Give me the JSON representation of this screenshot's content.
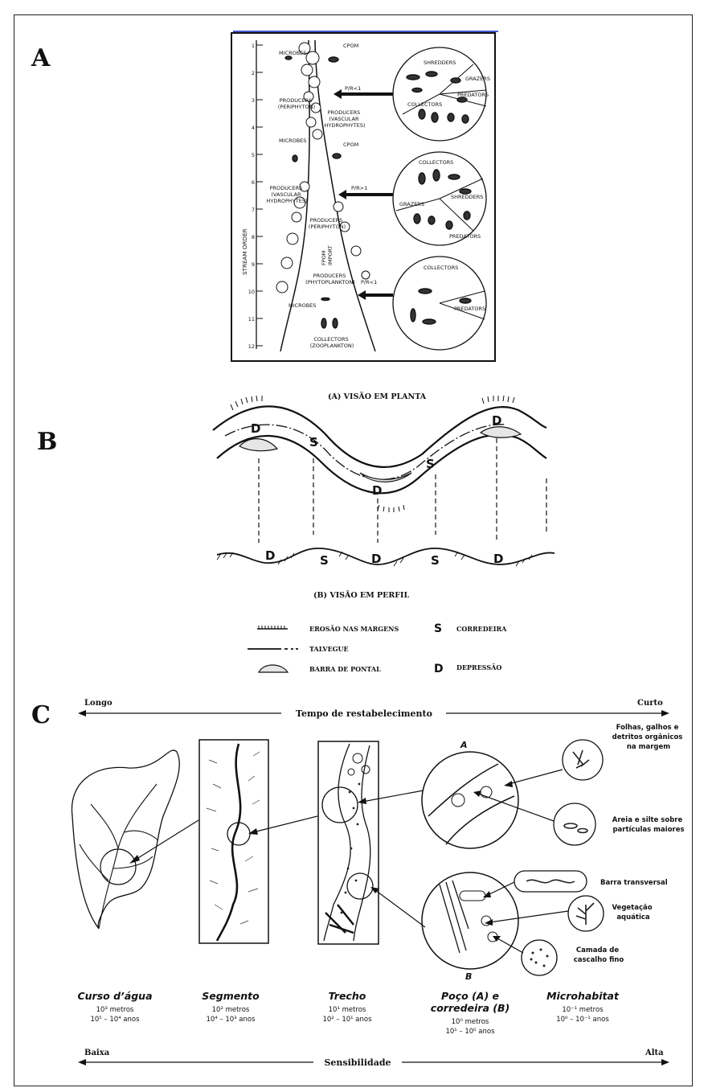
{
  "section_labels": {
    "a": "A",
    "b": "B",
    "c": "C"
  },
  "panel_a": {
    "axis_label": "STREAM ORDER",
    "orders": [
      "1",
      "2",
      "3",
      "4",
      "5",
      "6",
      "7",
      "8",
      "9",
      "10",
      "11",
      "12"
    ],
    "labels": {
      "microbes1": "MICROBES",
      "cpom1": "CPOM",
      "producers_periphyton1": [
        "PRODUCERS",
        "(PERIPHYTON)"
      ],
      "producers_vascular1": [
        "PRODUCERS",
        "(VASCULAR",
        "HYDROPHYTES)"
      ],
      "microbes2": "MICROBES",
      "cpom2": "CPOM",
      "producers_vascular2": [
        "PRODUCERS",
        "(VASCULAR",
        "HYDROPHYTES)"
      ],
      "producers_periphyton2": [
        "PRODUCERS",
        "(PERIPHYTON)"
      ],
      "fpom_import": [
        "FPOM",
        "IMPORT"
      ],
      "producers_phyto": [
        "PRODUCERS",
        "(PHYTOPLANKTON)"
      ],
      "microbes3": "MICROBES",
      "collectors_zoo": [
        "COLLECTORS",
        "(ZOOPLANKTON)"
      ],
      "pr1": "P/R<1",
      "pr2": "P/R>1",
      "pr3": "P/R<1"
    },
    "circle1": [
      "SHREDDERS",
      "GRAZERS",
      "PREDATORS",
      "COLLECTORS"
    ],
    "circle2": [
      "COLLECTORS",
      "SHREDDERS",
      "GRAZERS",
      "PREDATORS"
    ],
    "circle3": [
      "COLLECTORS",
      "PREDATORS"
    ]
  },
  "panel_b": {
    "plan_title": "(A) VISÃO EM PLANTA",
    "profile_title": "(B) VISÃO EM PERFIL",
    "plan_marks": [
      "D",
      "S",
      "D",
      "S",
      "D"
    ],
    "profile_marks": [
      "D",
      "S",
      "D",
      "S",
      "D"
    ],
    "legend": {
      "erosion": "EROSÃO NAS MARGENS",
      "talvegue": "TALVEGUE",
      "barra": "BARRA DE PONTAL",
      "s_symbol": "S",
      "s_label": "CORREDEIRA",
      "d_symbol": "D",
      "d_label": "DEPRESSÃO"
    }
  },
  "panel_c": {
    "top_left": "Longo",
    "top_center": "Tempo de restabelecimento",
    "top_right": "Curto",
    "circle_a_label": "A",
    "circle_b_label": "B",
    "micro_labels": {
      "folhas": [
        "Folhas, galhos e",
        "detritos orgânicos",
        "na margem"
      ],
      "areia": [
        "Areia e silte sobre",
        "partículas maiores"
      ],
      "barra": "Barra transversal",
      "vegetacao": [
        "Vegetação",
        "aquática"
      ],
      "cascalho": [
        "Camada de",
        "cascalho fino"
      ]
    },
    "scales": [
      {
        "name": "Curso d’água",
        "line1": "10³ metros",
        "line2": "10⁵ – 10⁴ anos"
      },
      {
        "name": "Segmento",
        "line1": "10² metros",
        "line2": "10⁴ – 10³ anos"
      },
      {
        "name": "Trecho",
        "line1": "10¹ metros",
        "line2": "10² – 10¹ anos"
      },
      {
        "name": "Poço (A) e",
        "name2": "corredeira (B)",
        "line1": "10⁰ metros",
        "line2": "10¹ – 10⁰ anos"
      },
      {
        "name": "Microhabitat",
        "line1": "10⁻¹ metros",
        "line2": "10⁰ – 10⁻¹ anos"
      }
    ],
    "bottom_left": "Baixa",
    "bottom_center": "Sensibilidade",
    "bottom_right": "Alta"
  }
}
